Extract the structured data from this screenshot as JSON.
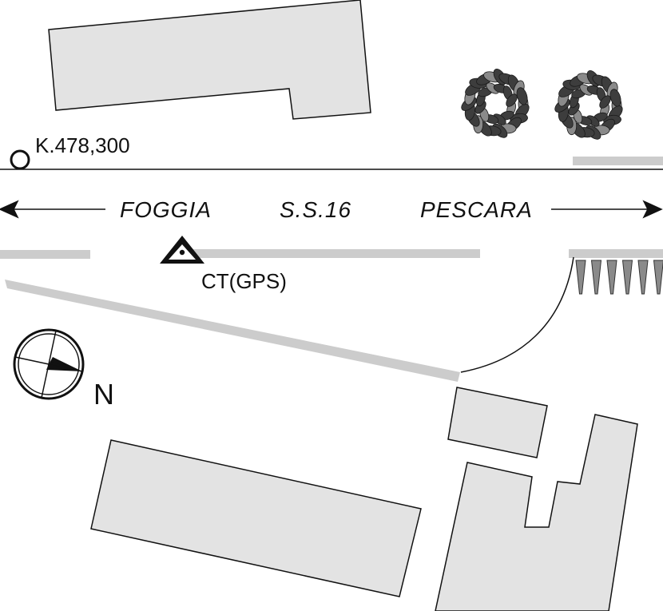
{
  "map": {
    "road": {
      "name": "S.S.16",
      "direction_west": "FOGGIA",
      "direction_east": "PESCARA"
    },
    "kilometer_marker": {
      "label": "K.478,300"
    },
    "control_point": {
      "label": "CT(GPS)",
      "icon": "triangle-survey-point-icon"
    },
    "north_arrow": {
      "label": "N",
      "icon": "compass-north-arrow-icon"
    },
    "colors": {
      "building_fill": "#e3e3e3",
      "building_stroke": "#111111",
      "sidewalk_gray": "#cccccc",
      "tree_dark": "#3d3d3d",
      "tree_light": "#8a8a8a",
      "line": "#111111",
      "background": "#ffffff"
    }
  }
}
